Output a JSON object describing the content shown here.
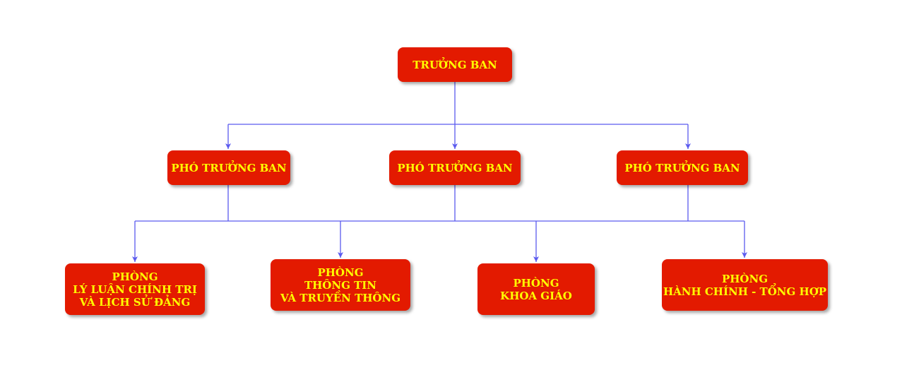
{
  "diagram": {
    "head": "TRƯỞNG BAN",
    "deputies": [
      "PHÓ TRƯỞNG BAN",
      "PHÓ TRƯỞNG BAN",
      "PHÓ TRƯỞNG BAN"
    ],
    "departments": [
      "PHÒNG\nLÝ LUẬN CHÍNH TRỊ\nVÀ LỊCH SỬ ĐẢNG",
      "PHÒNG\nTHÔNG TIN\nVÀ TRUYỀN THÔNG",
      "PHÒNG\nKHOA GIÁO",
      "PHÒNG\nHÀNH CHÍNH - TỔNG HỢP"
    ]
  },
  "colors": {
    "node_fill": "#e31a00",
    "node_text": "#ffff00",
    "connector": "#5b5bef"
  }
}
